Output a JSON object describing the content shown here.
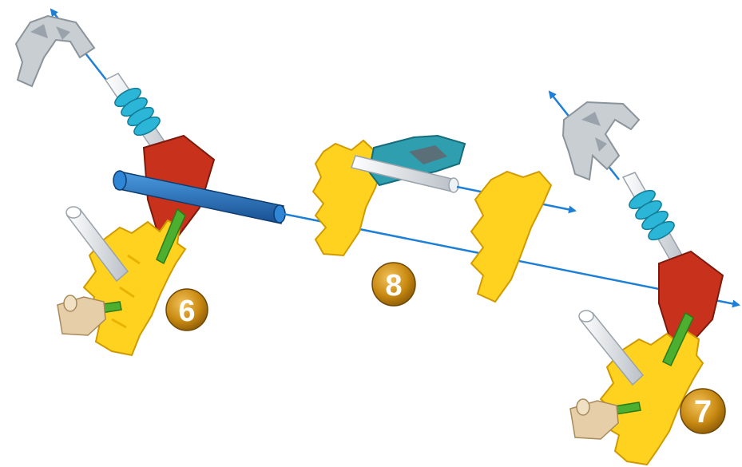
{
  "colors": {
    "background": "#ffffff",
    "arrow": "#1e7fd6",
    "yellow_gear": "#ffd21f",
    "yellow_shadow": "#e7b300",
    "red_connector": "#c8321c",
    "blue_rod": "#1f6fc2",
    "cyan_spacer": "#2bb5d6",
    "grey_connector": "#c9ced3",
    "white_rod": "#eef1f4",
    "green_rod": "#4caf2f",
    "tan_piece": "#e6cfa8",
    "teal_clip": "#2f9fb0",
    "badge_gold": "#c98a12"
  },
  "steps": [
    {
      "label": "6"
    },
    {
      "label": "8"
    },
    {
      "label": "7"
    }
  ],
  "icons": {
    "arrow": "arrow-icon",
    "connector": "grey-connector-icon",
    "gear": "gear-icon"
  }
}
